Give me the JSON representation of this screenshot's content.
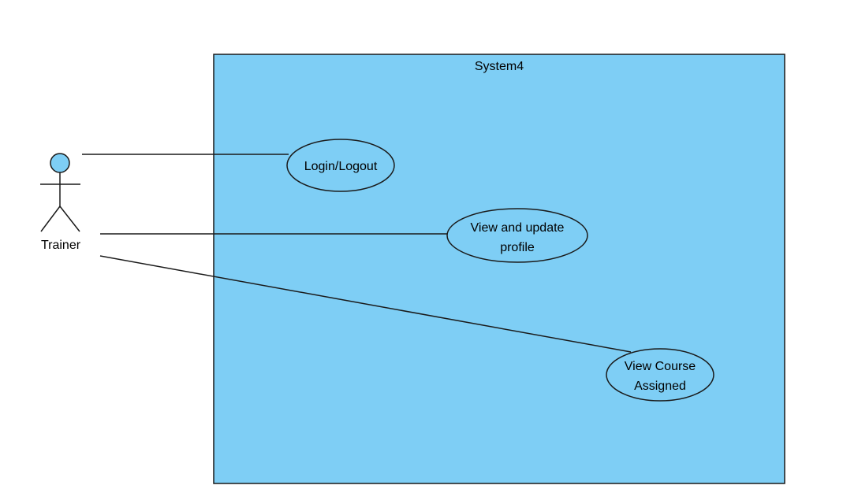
{
  "system": {
    "title": "System4",
    "fill_color": "#7ecef5",
    "border_color": "#1a1a1a"
  },
  "actor": {
    "name": "Trainer",
    "head_fill": "#7ecef5"
  },
  "use_cases": [
    {
      "lines": [
        "Login/Logout"
      ]
    },
    {
      "lines": [
        "View and update",
        "profile"
      ]
    },
    {
      "lines": [
        "View Course",
        "Assigned"
      ]
    }
  ]
}
